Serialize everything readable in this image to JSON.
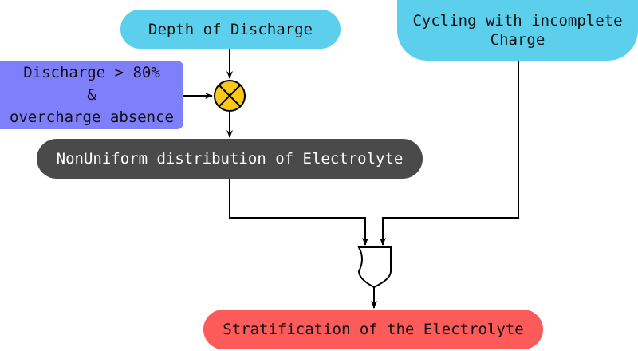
{
  "nodes": {
    "depth_of_discharge": {
      "label": "Depth of Discharge",
      "color": "#5ccfed"
    },
    "cycling": {
      "line1": "Cycling with incomplete",
      "line2": "Charge",
      "color": "#5ccfed"
    },
    "discharge_condition": {
      "line1": "Discharge > 80%",
      "line2": "&",
      "line3": "overcharge absence",
      "color": "#7f7ffc"
    },
    "nonuniform": {
      "label": "NonUniform distribution of Electrolyte",
      "color": "#4a4a4a",
      "text_color": "#ffffff"
    },
    "stratification": {
      "label": "Stratification of the Electrolyte",
      "color": "#fd5a5a"
    }
  },
  "gates": {
    "combine": {
      "type": "xor-circle",
      "fill": "#f8c81c"
    },
    "or": {
      "type": "or-gate",
      "fill": "#ffffff"
    }
  },
  "colors": {
    "wire": "#000000"
  }
}
